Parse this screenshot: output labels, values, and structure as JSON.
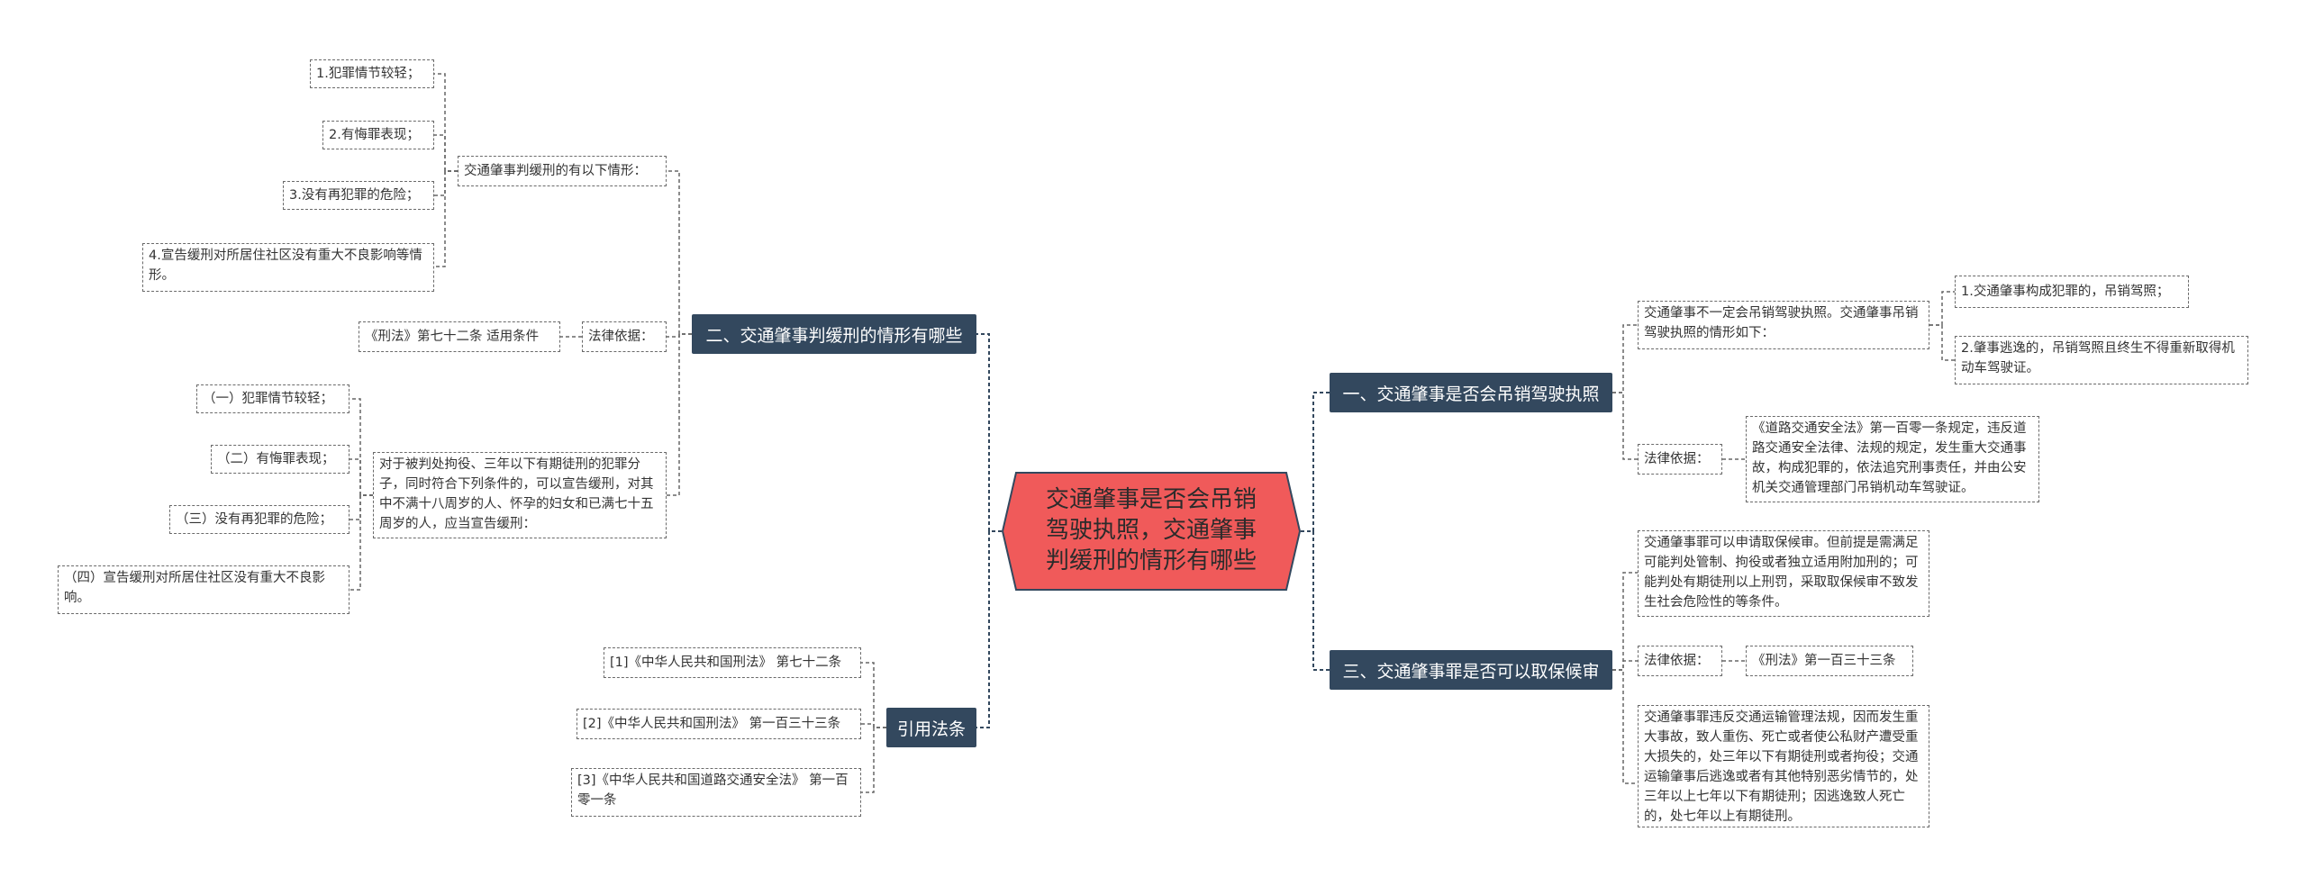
{
  "root": {
    "title": "交通肇事是否会吊销驾驶执照，交通肇事判缓刑的情形有哪些"
  },
  "branches": {
    "b1": "一、交通肇事是否会吊销驾驶执照",
    "b2": "二、交通肇事判缓刑的情形有哪些",
    "b3": "三、交通肇事罪是否可以取保候审",
    "b4": "引用法条"
  },
  "b1": {
    "intro": "交通肇事不一定会吊销驾驶执照。交通肇事吊销驾驶执照的情形如下：",
    "case1": "1.交通肇事构成犯罪的，吊销驾照；",
    "case2": "2.肇事逃逸的，吊销驾照且终生不得重新取得机动车驾驶证。",
    "basis_label": "法律依据：",
    "basis_text": "《道路交通安全法》第一百零一条规定，违反道路交通安全法律、法规的规定，发生重大交通事故，构成犯罪的，依法追究刑事责任，并由公安机关交通管理部门吊销机动车驾驶证。"
  },
  "b3": {
    "text1": "交通肇事罪可以申请取保候审。但前提是需满足可能判处管制、拘役或者独立适用附加刑的；可能判处有期徒刑以上刑罚，采取取保候审不致发生社会危险性的等条件。",
    "basis_label": "法律依据：",
    "basis_text": "《刑法》第一百三十三条",
    "text2": "交通肇事罪违反交通运输管理法规，因而发生重大事故，致人重伤、死亡或者使公私财产遭受重大损失的，处三年以下有期徒刑或者拘役；交通运输肇事后逃逸或者有其他特别恶劣情节的，处三年以上七年以下有期徒刑；因逃逸致人死亡的，处七年以上有期徒刑。"
  },
  "b2": {
    "situations_title": "交通肇事判缓刑的有以下情形：",
    "s1": "1.犯罪情节较轻；",
    "s2": "2.有悔罪表现；",
    "s3": "3.没有再犯罪的危险；",
    "s4": "4.宣告缓刑对所居住社区没有重大不良影响等情形。",
    "basis_label": "法律依据：",
    "basis_text": "《刑法》第七十二条 适用条件",
    "article": "对于被判处拘役、三年以下有期徒刑的犯罪分子，同时符合下列条件的，可以宣告缓刑，对其中不满十八周岁的人、怀孕的妇女和已满七十五周岁的人，应当宣告缓刑：",
    "c1": "（一）犯罪情节较轻；",
    "c2": "（二）有悔罪表现；",
    "c3": "（三）没有再犯罪的危险；",
    "c4": "（四）宣告缓刑对所居住社区没有重大不良影响。"
  },
  "b4": {
    "law1": "[1]《中华人民共和国刑法》 第七十二条",
    "law2": "[2]《中华人民共和国刑法》 第一百三十三条",
    "law3": "[3]《中华人民共和国道路交通安全法》 第一百零一条"
  },
  "colors": {
    "root_fill": "#f05a5a",
    "root_border": "#33485e",
    "branch_fill": "#33485e",
    "line": "#33485e",
    "leaf_border": "#6a6a6a"
  }
}
